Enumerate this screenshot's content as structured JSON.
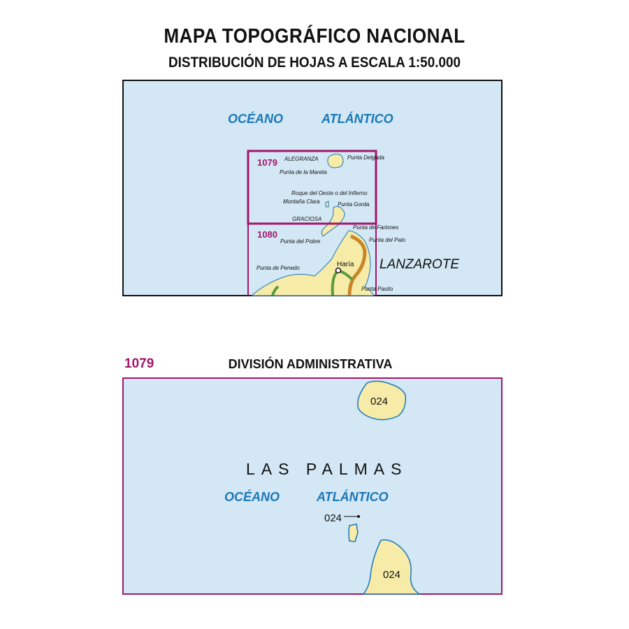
{
  "header": {
    "title": "MAPA TOPOGRÁFICO NACIONAL",
    "subtitle": "DISTRIBUCIÓN DE HOJAS A ESCALA 1:50.000"
  },
  "colors": {
    "sea": "#d3e7f5",
    "land": "#f7eba8",
    "sheet_border": "#a3166b",
    "label_blue": "#1b78b8",
    "road_orange": "#c8862a",
    "road_green": "#5c9a3a"
  },
  "overview_map": {
    "ocean_labels": [
      "OCÉANO",
      "ATLÁNTICO"
    ],
    "sheets": [
      "1079",
      "1080"
    ],
    "islands": [
      "ALEGRANZA",
      "GRACIOSA",
      "LANZAROTE"
    ],
    "places": [
      "Punta Delgada",
      "Punta de la Mareta",
      "Roque del Oeste o del Infierno",
      "Montaña Clara",
      "Punta Gorda",
      "Punta de Fariones",
      "Punta del Pobre",
      "Punta del Palo",
      "Punta de Penedo",
      "Haría",
      "Punta Pasito"
    ]
  },
  "detail_map": {
    "sheet": "1079",
    "title": "DIVISIÓN ADMINISTRATIVA",
    "province": "LAS PALMAS",
    "ocean_labels": [
      "OCÉANO",
      "ATLÁNTICO"
    ],
    "municipality_codes": [
      "024",
      "024",
      "024"
    ]
  }
}
